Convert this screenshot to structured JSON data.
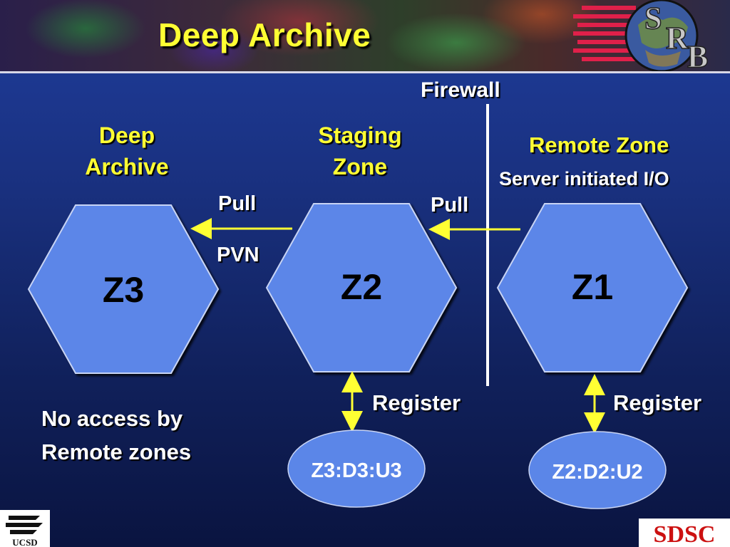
{
  "slide": {
    "title": "Deep Archive",
    "firewall_label": "Firewall",
    "deep_archive": {
      "line1": "Deep",
      "line2": "Archive"
    },
    "staging_zone": {
      "line1": "Staging",
      "line2": "Zone"
    },
    "remote_zone": {
      "label": "Remote Zone",
      "subtitle": "Server initiated I/O"
    },
    "pull_left": "Pull",
    "pull_right": "Pull",
    "pvn": "PVN",
    "zones": {
      "z3": "Z3",
      "z2": "Z2",
      "z1": "Z1"
    },
    "register_left": "Register",
    "register_right": "Register",
    "db_left": "Z3:D3:U3",
    "db_right": "Z2:D2:U2",
    "no_access": {
      "line1": "No access by",
      "line2": "Remote zones"
    }
  },
  "logos": {
    "srb": "SRB",
    "ucsd": "UCSD",
    "sdsc": "SDSC"
  },
  "colors": {
    "title": "#ffff33",
    "hexagon_fill": "#5b86e8",
    "arrow": "#ffff33",
    "firewall_line": "#ffffff",
    "sdsc_text": "#cc1111"
  }
}
